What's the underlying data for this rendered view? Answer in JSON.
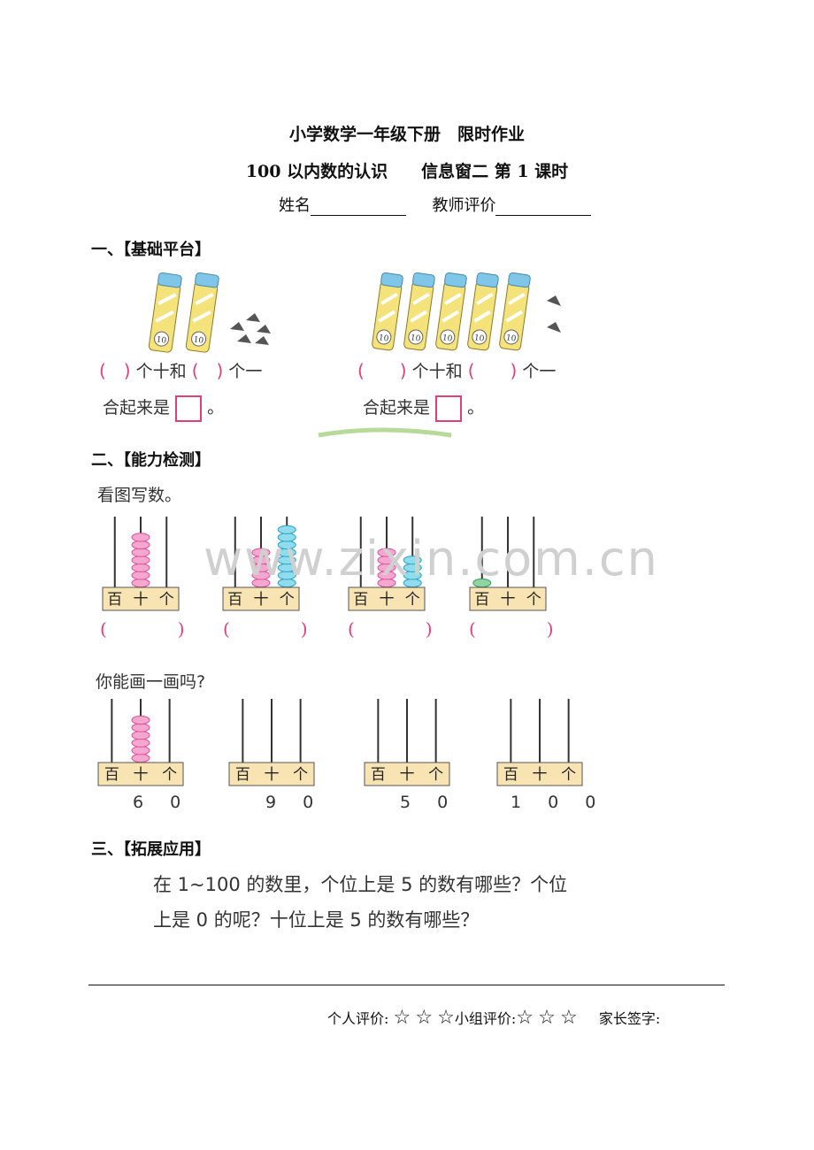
{
  "header": {
    "title": "小学数学一年级下册　限时作业",
    "subtitle": "100 以内数的认识　　信息窗二  第 1 课时",
    "name_label": "姓名",
    "teacher_label": "教师评价"
  },
  "section1": {
    "heading": "一、【基础平台】",
    "ex_left": {
      "p1": "(　)",
      "t1": "个十和",
      "p2": "(　)",
      "t2": "个一",
      "sum": "合起来是",
      "end": "。",
      "tube_label": "10"
    },
    "ex_right": {
      "p1": "(　　)",
      "t1": "个十和",
      "p2": "(　　)",
      "t2": "个一",
      "sum": "合起来是",
      "end": "。",
      "tube_label": "10"
    }
  },
  "section2": {
    "heading": "二、【能力检测】",
    "prompt1": "看图写数。",
    "abacus_labels": {
      "h": "百",
      "t": "十",
      "o": "个"
    },
    "answer_parens": [
      "(　　　　)",
      "(　　　　)",
      "(　　　　)",
      "(　　　　)"
    ],
    "prompt2": "你能画一画吗?",
    "draw_numbers": [
      "6 0",
      "9 0",
      "5 0",
      "1 0 0"
    ],
    "read_abaci": [
      {
        "hundreds": 0,
        "tens": 7,
        "ones": 0
      },
      {
        "hundreds": 0,
        "tens": 5,
        "ones": 8
      },
      {
        "hundreds": 0,
        "tens": 5,
        "ones": 4
      },
      {
        "hundreds": 1,
        "tens": 0,
        "ones": 0
      }
    ],
    "draw_abaci_beads": [
      {
        "hundreds": 0,
        "tens": 6,
        "ones": 0
      },
      {
        "hundreds": 0,
        "tens": 0,
        "ones": 0
      },
      {
        "hundreds": 0,
        "tens": 0,
        "ones": 0
      },
      {
        "hundreds": 0,
        "tens": 0,
        "ones": 0
      }
    ]
  },
  "section3": {
    "heading": "三、【拓展应用】",
    "line1": "在 1~100 的数里，个位上是 5 的数有哪些？个位",
    "line2": "上是 0 的呢？十位上是 5 的数有哪些？"
  },
  "footer": {
    "self_eval": "个人评价:",
    "group_eval": "小组评价:",
    "parent_sign": "家长签字:",
    "star_char": "☆"
  },
  "watermark": "www.zixin.com.cn",
  "colors": {
    "pink": "#f5a7cf",
    "pink_edge": "#d9519a",
    "blue": "#8fdcec",
    "blue_edge": "#2a9ec4",
    "green": "#8fd5a4",
    "frame": "#f8e3b2"
  }
}
